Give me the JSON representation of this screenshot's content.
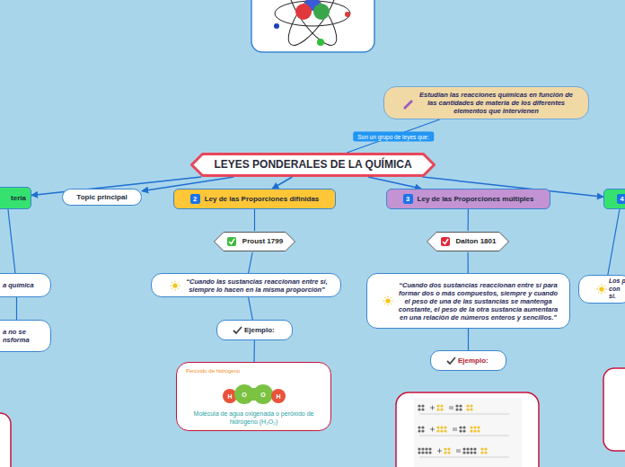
{
  "diagram": {
    "nodes": [
      {
        "text": [
          "LEYES PONDERALES DE LA QUÍMICA"
        ]
      },
      {
        "text": [
          "Estudian las reacciones químicas en función de las cantidades de materia de los diferentes elementos que intervienen"
        ]
      },
      {
        "text": [
          "teria"
        ]
      },
      {
        "text": [
          "Topic principal"
        ]
      },
      {
        "text": [
          "2",
          "Ley de las Proporciones difinidas"
        ]
      },
      {
        "text": [
          "3",
          "Ley de las Proporciones múltiples"
        ]
      },
      {
        "text": [
          "4"
        ]
      },
      {
        "text": [
          "a química"
        ]
      },
      {
        "text": [
          "a no se nsforma"
        ]
      },
      {
        "text": [
          "Proust 1799"
        ]
      },
      {
        "text": [
          "“Cuando las sustancias reaccionan entre sí, siempre lo hacen en la misma proporción”"
        ]
      },
      {
        "text": [
          "Ejemplo:"
        ]
      },
      {
        "text": [
          "Peróxido de hidrógeno",
          "Molécula de agua oxigenada o peróxido de hidrógeno (H₂O₂)"
        ]
      },
      {
        "text": [
          "Dalton 1801"
        ]
      },
      {
        "text": [
          "“Cuando dos sustancias reaccionan entre sí para formar dos o más compuestos, siempre y cuando el peso de una de las sustancias se mantenga constante, el peso de la otra sustancia aumentara en una relación de números enteros y sencillos.”"
        ]
      },
      {
        "text": [
          "Ejemplo:"
        ]
      },
      {
        "text": [
          "Los p con si."
        ]
      }
    ],
    "edges": [
      {
        "from": 0,
        "to": 1,
        "label": "Son un grupo de leyes que:",
        "arrow": "none"
      },
      {
        "from": 0,
        "to": 2,
        "arrow": "to"
      },
      {
        "from": 0,
        "to": 3,
        "arrow": "to"
      },
      {
        "from": 0,
        "to": 4,
        "arrow": "to"
      },
      {
        "from": 0,
        "to": 5,
        "arrow": "to"
      },
      {
        "from": 0,
        "to": 6,
        "arrow": "to"
      },
      {
        "from": 2,
        "to": 7,
        "arrow": "none"
      },
      {
        "from": 7,
        "to": 8,
        "arrow": "none"
      },
      {
        "from": 4,
        "to": 9,
        "arrow": "none"
      },
      {
        "from": 9,
        "to": 10,
        "arrow": "none"
      },
      {
        "from": 10,
        "to": 11,
        "arrow": "none"
      },
      {
        "from": 11,
        "to": 12,
        "arrow": "none"
      },
      {
        "from": 5,
        "to": 13,
        "arrow": "none"
      },
      {
        "from": 13,
        "to": 14,
        "arrow": "none"
      },
      {
        "from": 14,
        "to": 15,
        "arrow": "none"
      },
      {
        "from": 6,
        "to": 16,
        "arrow": "none"
      }
    ],
    "labels": [
      "H",
      "O",
      "O",
      "H"
    ]
  }
}
